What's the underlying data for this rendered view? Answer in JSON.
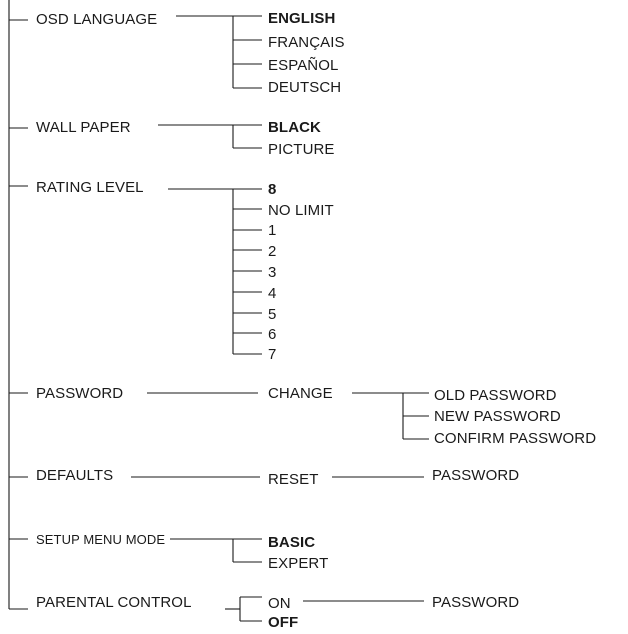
{
  "menu": {
    "osd_language": {
      "label": "OSD LANGUAGE",
      "options": [
        "ENGLISH",
        "FRANÇAIS",
        "ESPAÑOL",
        "DEUTSCH"
      ]
    },
    "wall_paper": {
      "label": "WALL PAPER",
      "options": [
        "BLACK",
        "PICTURE"
      ]
    },
    "rating_level": {
      "label": "RATING LEVEL",
      "options": [
        "8",
        "NO LIMIT",
        "1",
        "2",
        "3",
        "4",
        "5",
        "6",
        "7"
      ]
    },
    "password": {
      "label": "PASSWORD",
      "sub": "CHANGE",
      "options": [
        "OLD PASSWORD",
        "NEW PASSWORD",
        "CONFIRM PASSWORD"
      ]
    },
    "defaults": {
      "label": "DEFAULTS",
      "sub": "RESET",
      "result": "PASSWORD"
    },
    "setup_menu_mode": {
      "label": "SETUP MENU MODE",
      "options": [
        "BASIC",
        "EXPERT"
      ]
    },
    "parental_control": {
      "label": "PARENTAL CONTROL",
      "options": [
        "ON",
        "OFF"
      ],
      "on_result": "PASSWORD"
    }
  }
}
